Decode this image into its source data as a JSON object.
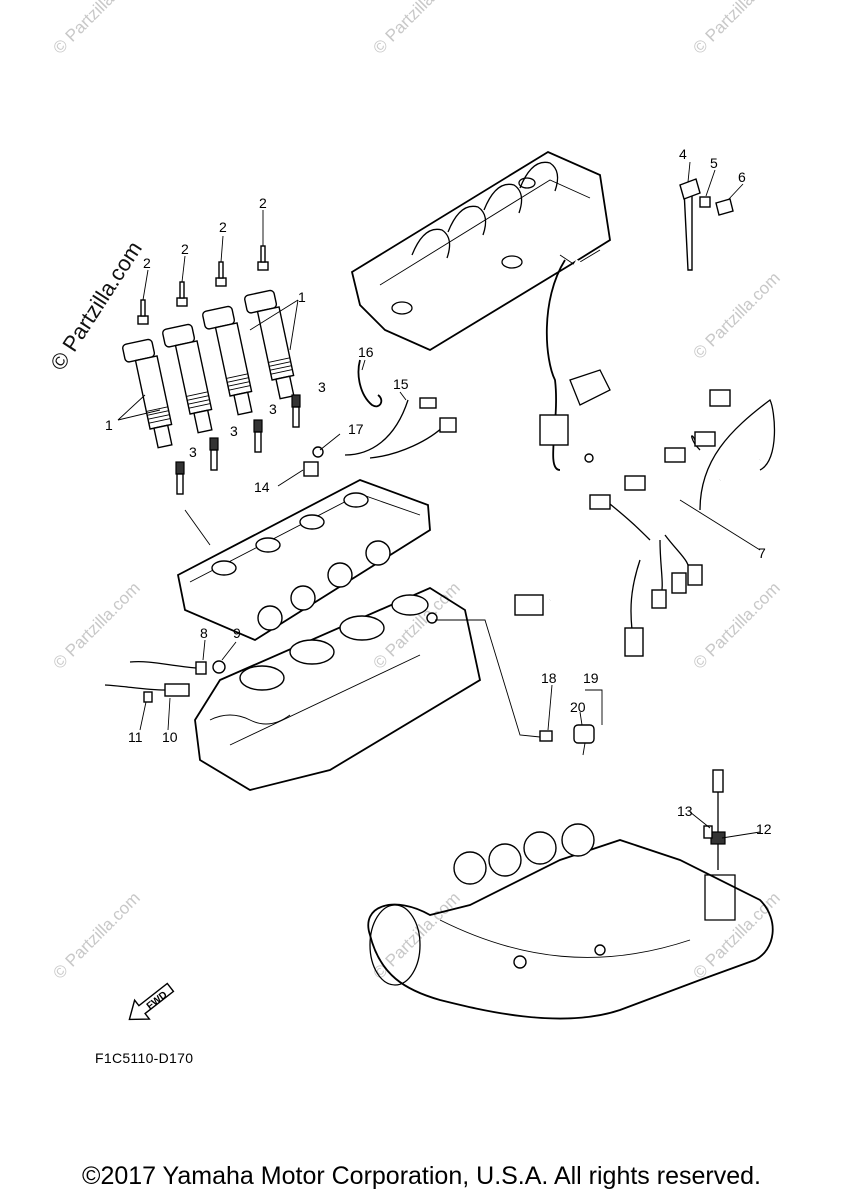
{
  "watermarks": {
    "text": "© Partzilla.com",
    "large_text": "© Partzilla.com"
  },
  "callouts": [
    "1",
    "1",
    "1",
    "2",
    "2",
    "2",
    "2",
    "3",
    "3",
    "3",
    "3",
    "4",
    "5",
    "6",
    "7",
    "8",
    "9",
    "10",
    "11",
    "12",
    "13",
    "14",
    "15",
    "16",
    "17",
    "18",
    "19",
    "20"
  ],
  "fwd_label": "FWD",
  "diagram_code": "F1C5110-D170",
  "copyright": "©2017 Yamaha Motor Corporation, U.S.A. All rights reserved."
}
